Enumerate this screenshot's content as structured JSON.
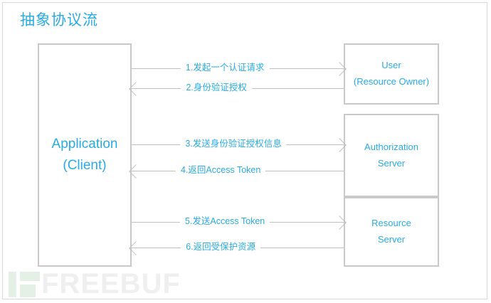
{
  "diagram": {
    "title": "抽象协议流",
    "accent_color": "#29abe2",
    "line_color": "#bfbfbf",
    "box_border_color": "#c9c9c9",
    "nodes": {
      "client": {
        "line1": "Application",
        "line2": "(Client)"
      },
      "user": {
        "line1": "User",
        "line2": "(Resource Owner)"
      },
      "authorization_server": {
        "line1": "Authorization",
        "line2": "Server"
      },
      "resource_server": {
        "line1": "Resource",
        "line2": "Server"
      }
    },
    "flows": [
      {
        "step": "1",
        "label": "1.发起一个认证请求",
        "direction": "right",
        "from": "client",
        "to": "user"
      },
      {
        "step": "2",
        "label": "2.身份验证授权",
        "direction": "left",
        "from": "user",
        "to": "client"
      },
      {
        "step": "3",
        "label": "3.发送身份验证授权信息",
        "direction": "right",
        "from": "client",
        "to": "authorization_server"
      },
      {
        "step": "4",
        "label": "4.返回Access Token",
        "direction": "left",
        "from": "authorization_server",
        "to": "client"
      },
      {
        "step": "5",
        "label": "5.发送Access Token",
        "direction": "right",
        "from": "client",
        "to": "resource_server"
      },
      {
        "step": "6",
        "label": "6.返回受保护资源",
        "direction": "left",
        "from": "resource_server",
        "to": "client"
      }
    ],
    "watermark": {
      "text": "FREEBUF",
      "mark_color": "#e4efe6",
      "text_color": "#efefef"
    }
  }
}
